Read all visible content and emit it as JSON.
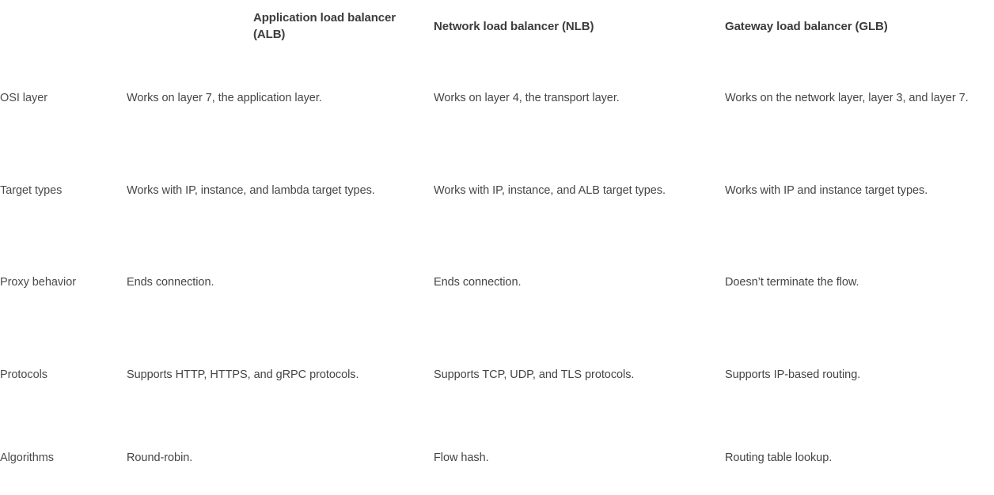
{
  "table": {
    "corner_label": "",
    "columns": [
      {
        "key": "label",
        "header": ""
      },
      {
        "key": "alb",
        "header": "Application load balancer (ALB)"
      },
      {
        "key": "nlb",
        "header": "Network load balancer (NLB)"
      },
      {
        "key": "glb",
        "header": "Gateway load balancer (GLB)"
      }
    ],
    "rows": [
      {
        "label": "OSI layer",
        "alb": "Works on layer 7, the application layer.",
        "nlb": "Works on layer 4, the transport layer.",
        "glb": "Works on the network layer, layer 3, and layer 7."
      },
      {
        "label": "Target types",
        "alb": "Works with IP, instance, and lambda target types.",
        "nlb": "Works with IP, instance, and ALB target types.",
        "glb": "Works with IP and instance target types."
      },
      {
        "label": "Proxy behavior",
        "alb": "Ends connection.",
        "nlb": "Ends connection.",
        "glb": "Doesn’t terminate the flow."
      },
      {
        "label": "Protocols",
        "alb": "Supports HTTP, HTTPS, and gRPC protocols.",
        "nlb": "Supports TCP, UDP, and TLS protocols.",
        "glb": "Supports IP-based routing."
      },
      {
        "label": "Algorithms",
        "alb": "Round-robin.",
        "nlb": "Flow hash.",
        "glb": "Routing table lookup."
      }
    ]
  },
  "colors": {
    "background": "#ffffff",
    "header_text": "#3c3c3c",
    "body_text": "#454545",
    "label_text": "#4a4a4a"
  }
}
